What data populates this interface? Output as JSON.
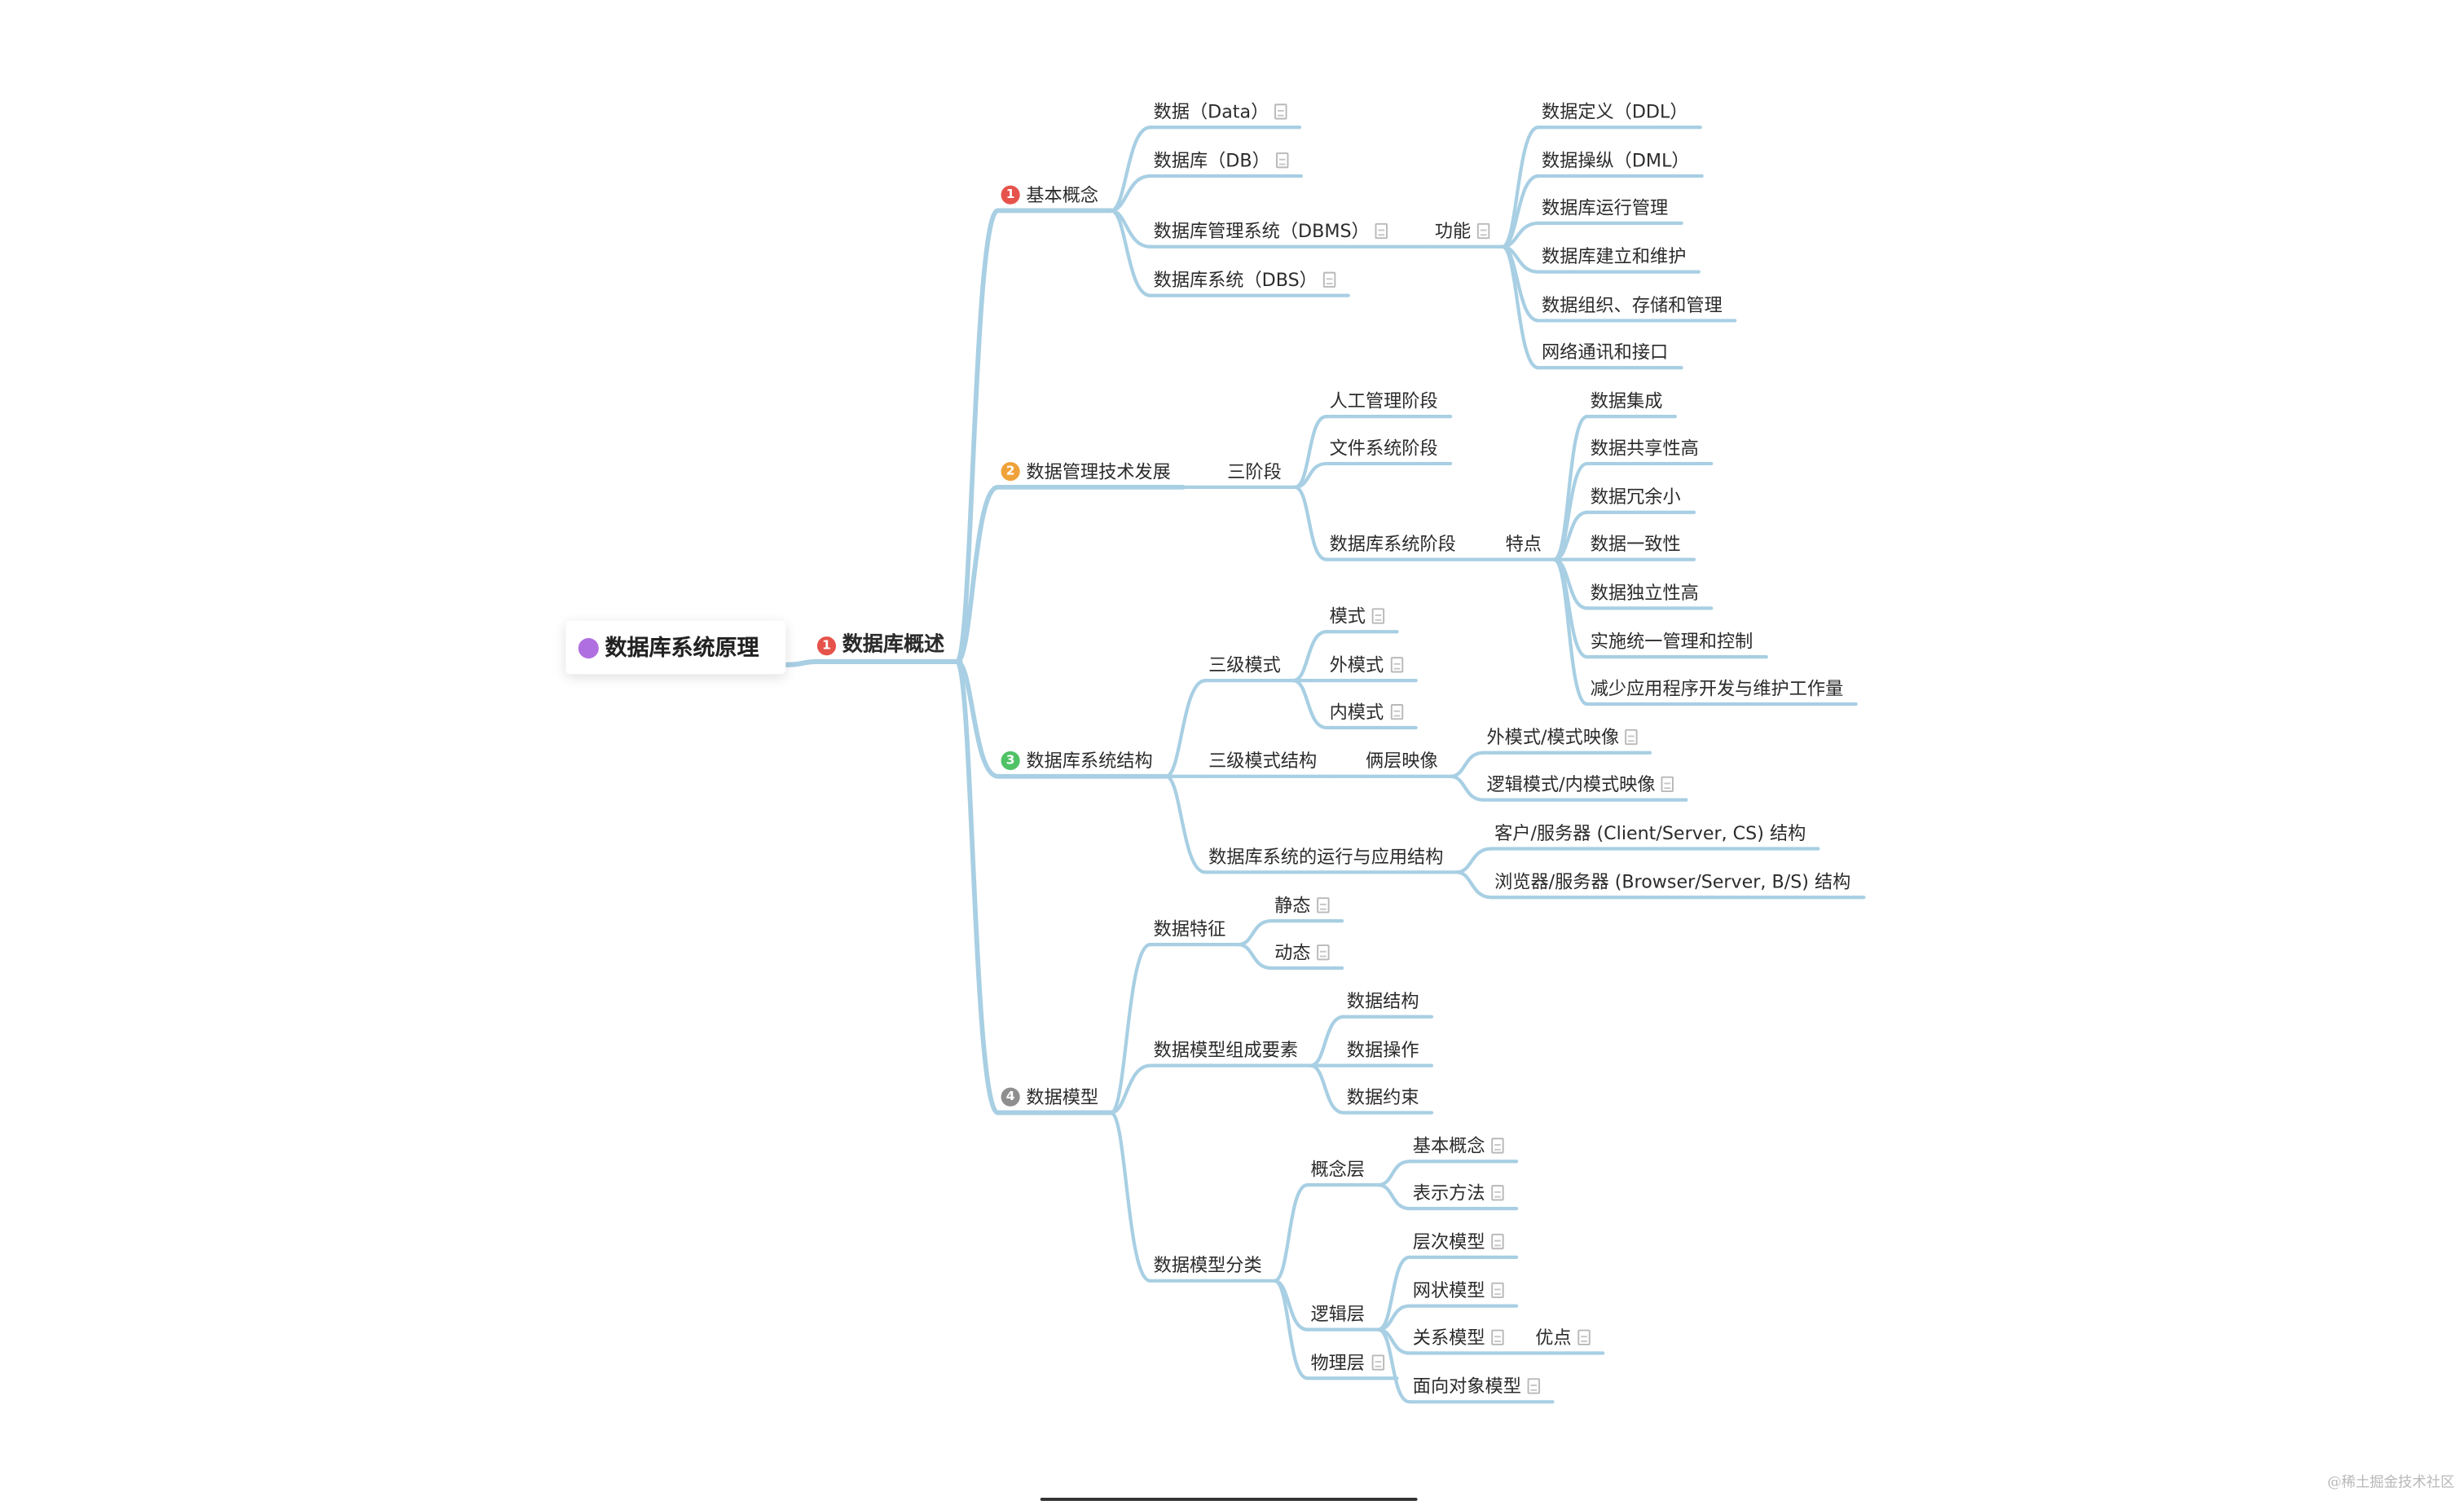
{
  "colors": {
    "branch": "#a8cfe3",
    "badge_red": "#e5534b",
    "badge_orange": "#f0a23a",
    "badge_green": "#4fc265",
    "badge_gray": "#8e8e8e",
    "root_dot": "#b06fe0"
  },
  "root": {
    "label": "数据库系统原理"
  },
  "chapter": {
    "label": "数据库概述",
    "badge": "1"
  },
  "sections": [
    {
      "label": "基本概念",
      "badge": "1",
      "items": [
        {
          "label": "数据（Data）"
        },
        {
          "label": "数据库（DB）"
        },
        {
          "label": "数据库管理系统（DBMS）",
          "sub_label": "功能",
          "functions": [
            "数据定义（DDL）",
            "数据操纵（DML）",
            "数据库运行管理",
            "数据库建立和维护",
            "数据组织、存储和管理",
            "网络通讯和接口"
          ]
        },
        {
          "label": "数据库系统（DBS）"
        }
      ]
    },
    {
      "label": "数据管理技术发展",
      "badge": "2",
      "stage_label": "三阶段",
      "stages": [
        "人工管理阶段",
        "文件系统阶段",
        "数据库系统阶段"
      ],
      "feature_label": "特点",
      "features": [
        "数据集成",
        "数据共享性高",
        "数据冗余小",
        "数据一致性",
        "数据独立性高",
        "实施统一管理和控制",
        "减少应用程序开发与维护工作量"
      ]
    },
    {
      "label": "数据库系统结构",
      "badge": "3",
      "three_level": {
        "label": "三级模式",
        "items": [
          "模式",
          "外模式",
          "内模式"
        ]
      },
      "structure": {
        "label": "三级模式结构",
        "mapping_label": "俩层映像",
        "mappings": [
          "外模式/模式映像",
          "逻辑模式/内模式映像"
        ]
      },
      "runtime": {
        "label": "数据库系统的运行与应用结构",
        "items": [
          "客户/服务器 (Client/Server, CS) 结构",
          "浏览器/服务器 (Browser/Server, B/S) 结构"
        ]
      }
    },
    {
      "label": "数据模型",
      "badge": "4",
      "features": {
        "label": "数据特征",
        "items": [
          "静态",
          "动态"
        ]
      },
      "elements": {
        "label": "数据模型组成要素",
        "items": [
          "数据结构",
          "数据操作",
          "数据约束"
        ]
      },
      "classification": {
        "label": "数据模型分类",
        "concept": {
          "label": "概念层",
          "items": [
            "基本概念",
            "表示方法"
          ]
        },
        "logic": {
          "label": "逻辑层",
          "items": [
            "层次模型",
            "网状模型",
            "关系模型",
            "面向对象模型"
          ],
          "advantage": "优点"
        },
        "physical": {
          "label": "物理层"
        }
      }
    }
  ],
  "watermark": "@稀土掘金技术社区"
}
